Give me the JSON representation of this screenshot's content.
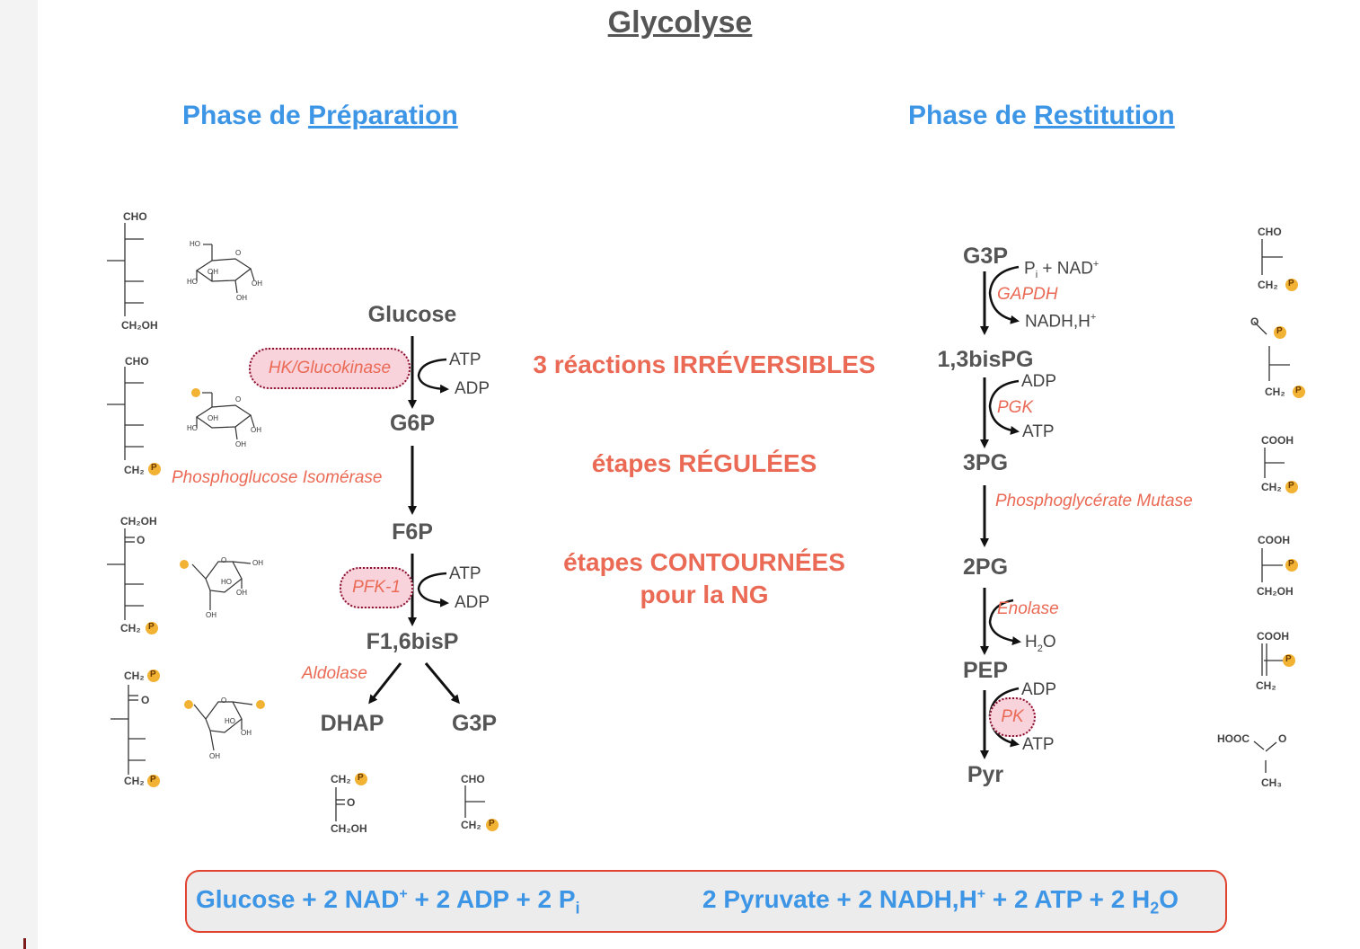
{
  "title": "Glycolyse",
  "phases": {
    "left_prefix": "Phase de ",
    "left_word": "Préparation",
    "right_prefix": "Phase de ",
    "right_word": "Restitution"
  },
  "center_notes": {
    "line1": "3 réactions IRRÉVERSIBLES",
    "line2": "étapes RÉGULÉES",
    "line3a": "étapes CONTOURNÉES",
    "line3b": "pour la NG"
  },
  "prep": {
    "glucose": "Glucose",
    "g6p": "G6P",
    "f6p": "F6P",
    "f16bp": "F1,6bisP",
    "dhap": "DHAP",
    "g3p": "G3P",
    "hk": "HK/Glucokinase",
    "pgi": "Phosphoglucose Isomérase",
    "pfk": "PFK-1",
    "aldolase": "Aldolase",
    "atp": "ATP",
    "adp": "ADP"
  },
  "rest": {
    "g3p": "G3P",
    "bpg": "1,3bisPG",
    "pg3": "3PG",
    "pg2": "2PG",
    "pep": "PEP",
    "pyr": "Pyr",
    "gapdh": "GAPDH",
    "pgk": "PGK",
    "mutase": "Phosphoglycérate Mutase",
    "enolase": "Enolase",
    "pk": "PK",
    "pi_nad_a": "P",
    "pi_nad_sub": "i",
    "pi_nad_b": " + NAD",
    "pi_nad_sup": "+",
    "nadh": "NADH,H",
    "nadh_sup": "+",
    "adp": "ADP",
    "atp": "ATP",
    "h2o_a": "H",
    "h2o_sub": "2",
    "h2o_b": "O"
  },
  "equation": {
    "left": "Glucose + 2 NAD",
    "left_sup": "+",
    "left_b": " + 2 ADP + 2 P",
    "left_sub": "i",
    "right": "2 Pyruvate + 2 NADH,H",
    "right_sup": "+",
    "right_b": " + 2 ATP + 2 H",
    "right_sub": "2",
    "right_c": "O"
  },
  "structures": {
    "cho": "CHO",
    "ch2oh": "CH₂OH",
    "ch2": "CH₂",
    "cooh": "COOH",
    "hooc": "HOOC",
    "ch3": "CH₃",
    "o": "O",
    "p": "P",
    "ho": "HO",
    "oh": "OH"
  },
  "colors": {
    "blue": "#3d95e6",
    "salmon": "#ea6a55",
    "gray": "#555555",
    "pill": "#f8d3db",
    "phosphate": "#f2b233",
    "border_red": "#e0432f"
  }
}
